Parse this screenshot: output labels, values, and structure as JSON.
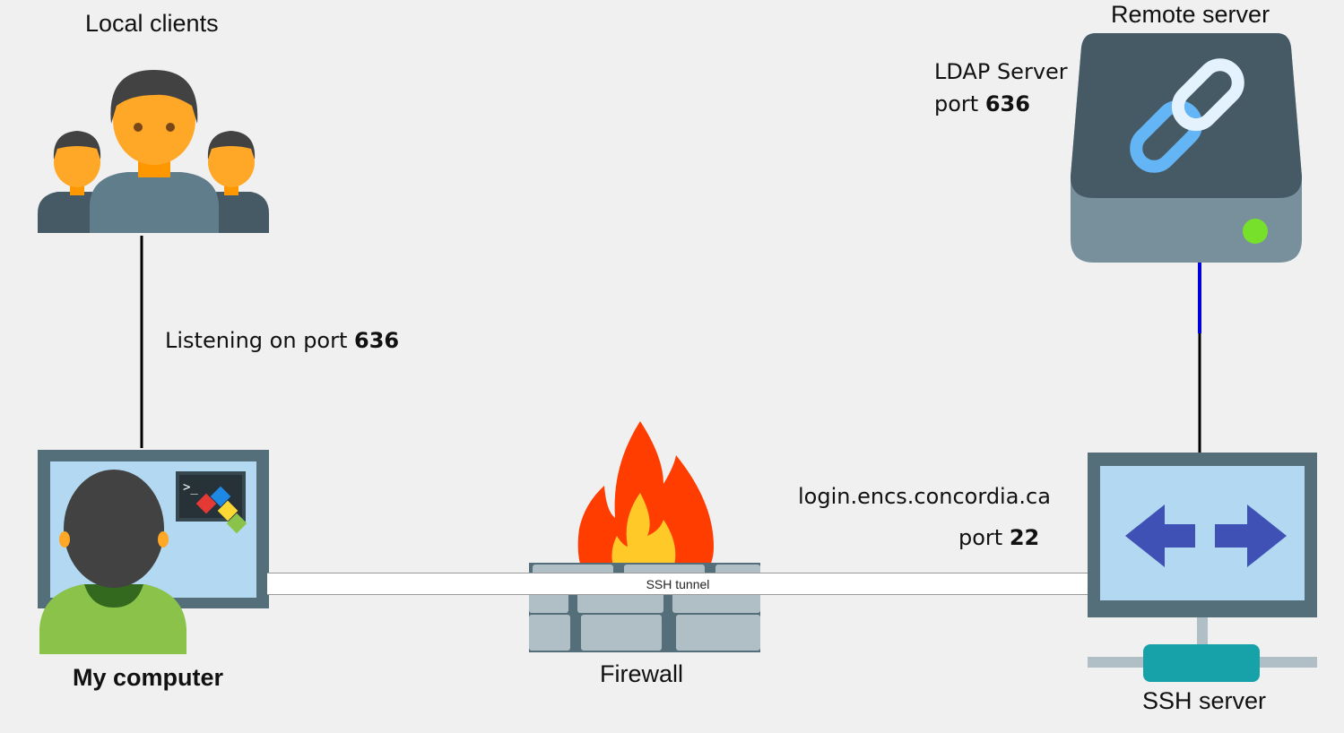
{
  "nodes": {
    "local_clients": {
      "label": "Local clients"
    },
    "my_computer": {
      "label": "My computer"
    },
    "firewall": {
      "label": "Firewall"
    },
    "ssh_server": {
      "label": "SSH server"
    },
    "remote_server": {
      "label": "Remote server"
    }
  },
  "annotations": {
    "listening": {
      "prefix": "Listening on port ",
      "port": "636"
    },
    "ldap": {
      "line1": "LDAP Server",
      "prefix": "port ",
      "port": "636"
    },
    "ssh_host": {
      "host": "login.encs.concordia.ca",
      "prefix": "port ",
      "port": "22"
    }
  },
  "tunnel": {
    "label": "SSH tunnel"
  },
  "colors": {
    "background": "#f0f0f0",
    "monitor_frame": "#546e7a",
    "screen": "#b3d9f2",
    "server_body": "#455a64",
    "server_base": "#78909c",
    "status_led": "#76e02a",
    "link_icon": "#64b5f6",
    "arrows": "#3f51b5",
    "flame_outer": "#ff3d00",
    "flame_inner": "#ffca28",
    "brick": "#b0bec5",
    "connector_teal": "#16a2a8",
    "blue_segment": "#0000dd"
  }
}
